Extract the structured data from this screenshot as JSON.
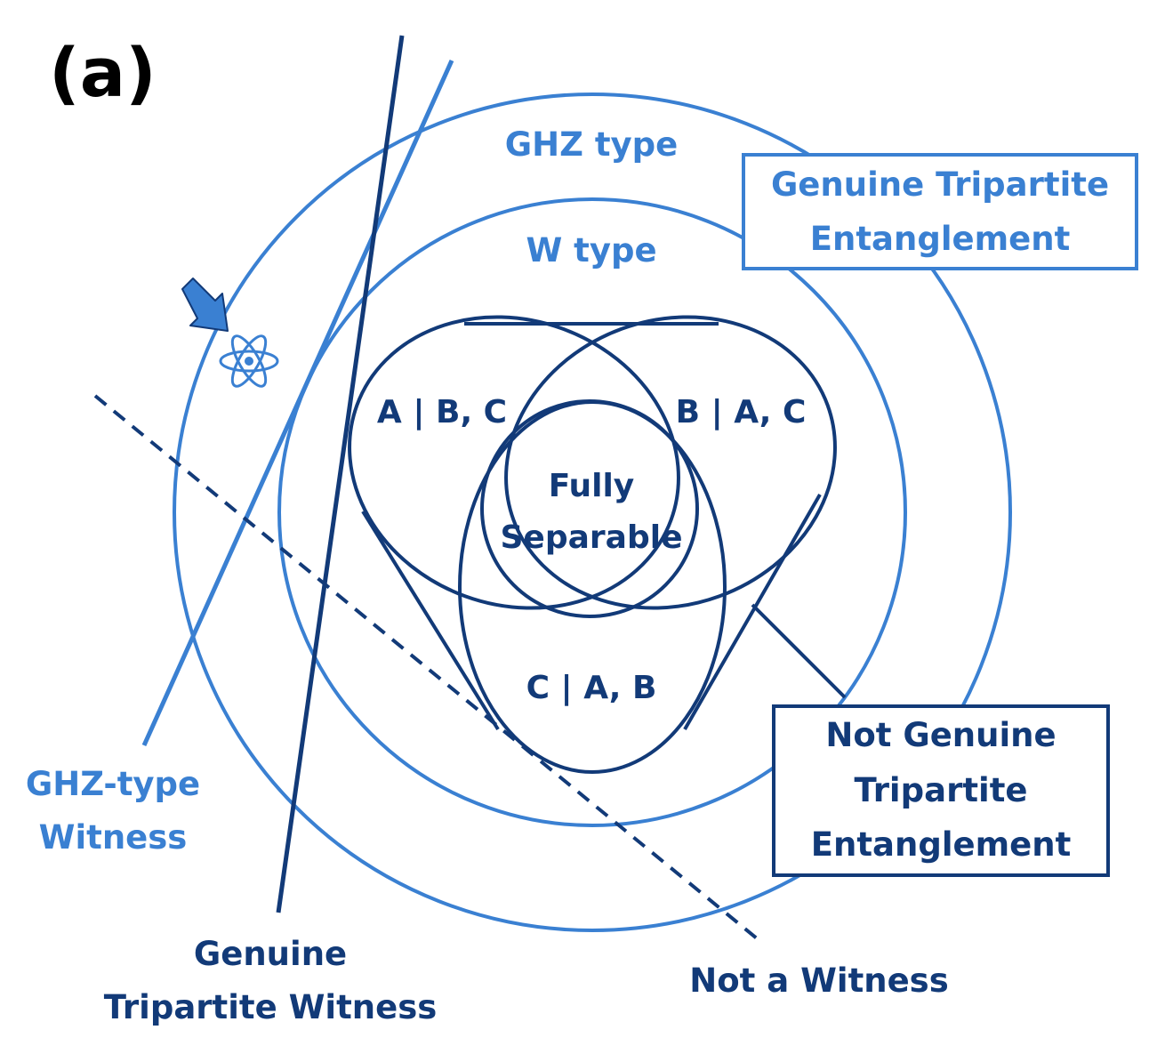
{
  "panel_label": "(a)",
  "regions": {
    "ghz_type": "GHZ type",
    "w_type": "W type",
    "a_bc": "A | B, C",
    "b_ac": "B | A, C",
    "c_ab": "C | A, B",
    "fully_separable": [
      "Fully",
      "Separable"
    ]
  },
  "boxes": {
    "genuine": [
      "Genuine Tripartite",
      "Entanglement"
    ],
    "not_genuine": [
      "Not Genuine",
      "Tripartite",
      "Entanglement"
    ]
  },
  "witness_labels": {
    "ghz_type": [
      "GHZ-type",
      "Witness"
    ],
    "genuine": [
      "Genuine",
      "Tripartite Witness"
    ],
    "not_a_witness": "Not a Witness"
  },
  "colors": {
    "light_blue": "#3a80d2",
    "dark_blue": "#123a78"
  },
  "icons": [
    "atom-icon",
    "arrow-icon"
  ]
}
